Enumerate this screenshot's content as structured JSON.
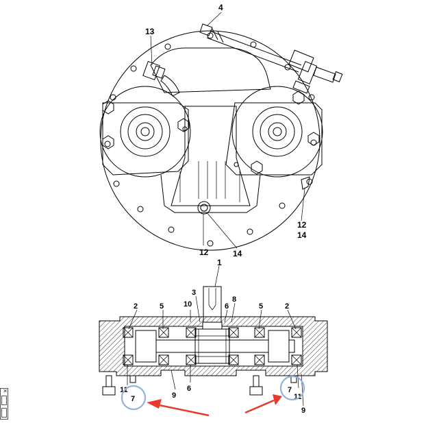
{
  "top_view": {
    "callouts": {
      "c4": "4",
      "c13": "13",
      "c12a": "12",
      "c14a": "14",
      "c12b": "12",
      "c14b": "14"
    }
  },
  "section_view": {
    "callouts": {
      "c1": "1",
      "c2l": "2",
      "c5l": "5",
      "c10": "10",
      "c3": "3",
      "c6t": "6",
      "c8": "8",
      "c5r": "5",
      "c2r": "2",
      "c11l": "11",
      "c7l": "7",
      "c9l": "9",
      "c6b": "6",
      "c7r": "7",
      "c11r": "11",
      "c9r": "9"
    }
  },
  "highlights": {
    "circle_color": "#8fb3d9",
    "arrow_color": "#e8392b"
  },
  "widget": {
    "close_glyph": "✕"
  }
}
